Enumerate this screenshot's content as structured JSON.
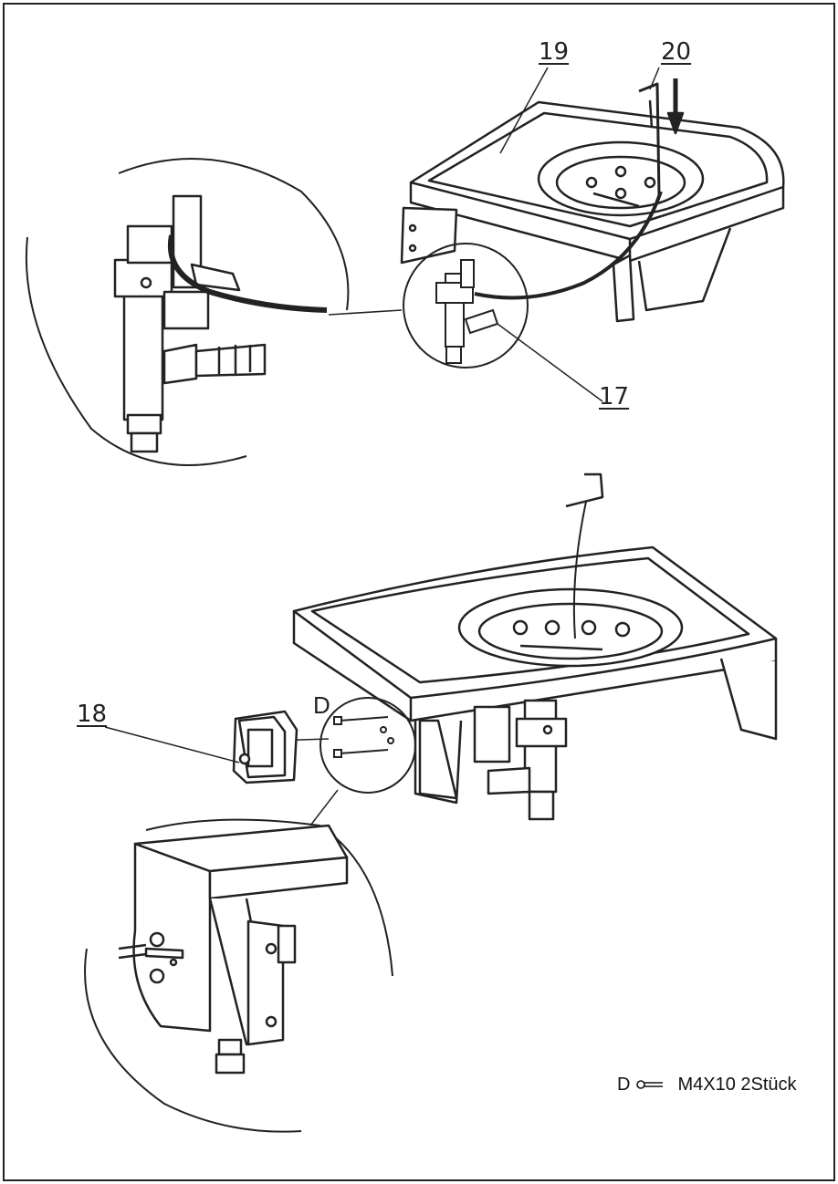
{
  "callouts": {
    "part_17": "17",
    "part_18": "18",
    "part_19": "19",
    "part_20": "20",
    "detail_d": "D"
  },
  "screw_spec": {
    "letter": "D",
    "icon": "screw-icon",
    "text": "M4X10 2Stück"
  },
  "colors": {
    "line": "#222222",
    "background": "#ffffff"
  }
}
